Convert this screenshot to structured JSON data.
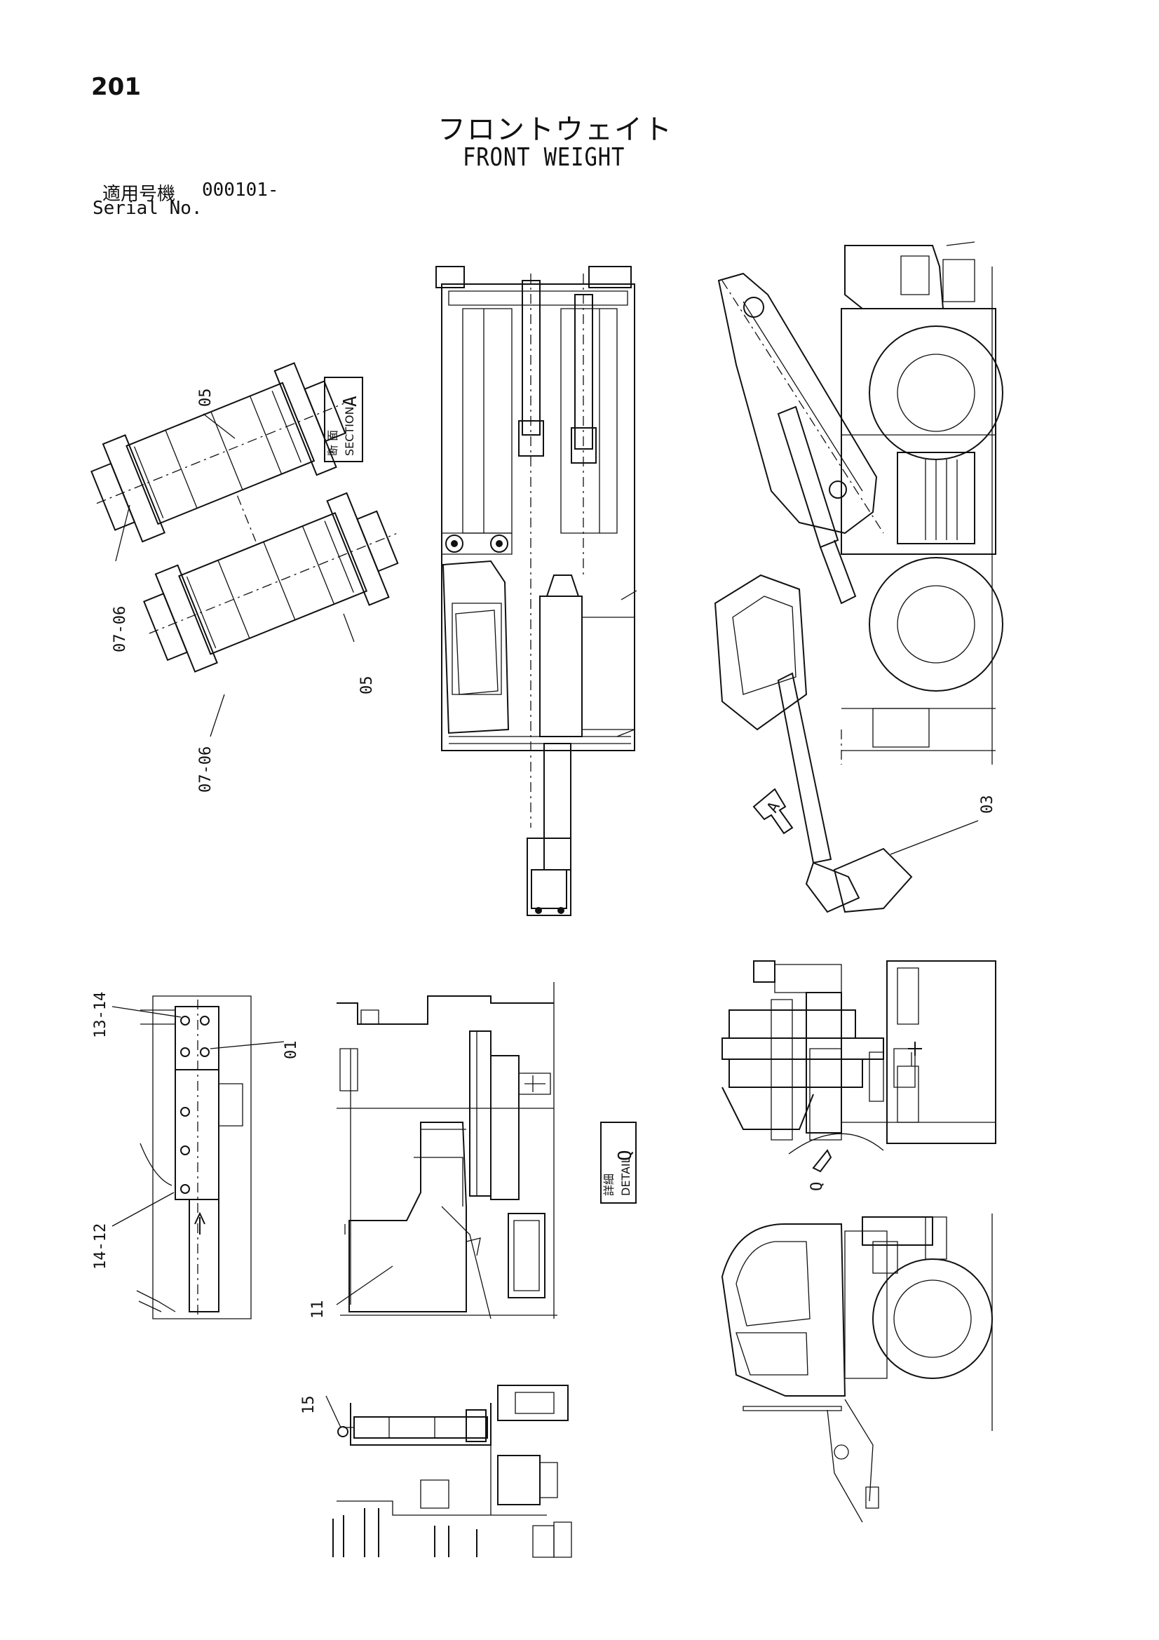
{
  "header": {
    "page_number": "201",
    "title_jp": "フロントウェイト",
    "title_en": "FRONT WEIGHT",
    "serial_label_jp": "適用号機",
    "serial_value": "000101-",
    "serial_label_en": "Serial No."
  },
  "views": {
    "section_a": {
      "jp": "断 面",
      "en": "SECTION",
      "letter": "A"
    },
    "detail_q": {
      "jp": "詳細",
      "en": "DETAIL",
      "letter": "Q"
    },
    "arrow_a": "A",
    "view_q": "Q"
  },
  "callouts": {
    "c05_top": "05",
    "c07_06_left": "07-06",
    "c05_mid": "05",
    "c07_06_bottom": "07-06",
    "c03": "03",
    "c13_14": "13-14",
    "c01": "01",
    "c14_12": "14-12",
    "c11": "11",
    "c15": "15"
  }
}
